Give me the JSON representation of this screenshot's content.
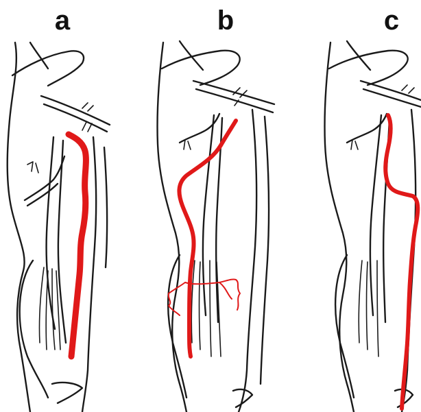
{
  "panels": [
    {
      "label": "a"
    },
    {
      "label": "b"
    },
    {
      "label": "c"
    }
  ],
  "colors": {
    "artery": "#e01919",
    "outline": "#1a1a1a",
    "background": "#ffffff"
  }
}
